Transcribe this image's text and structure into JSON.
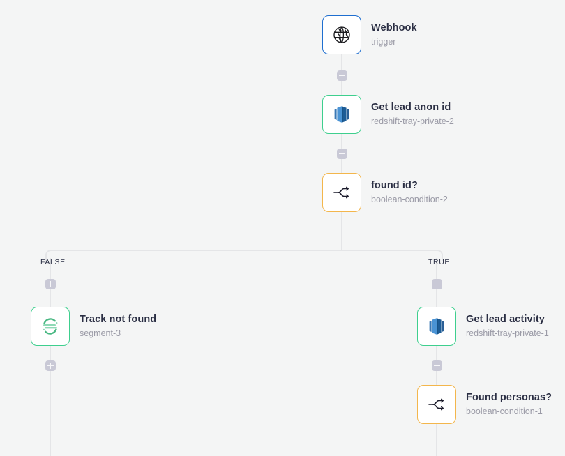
{
  "canvas": {
    "background": "#f4f5f5",
    "accent_blue": "#1f6fd0",
    "accent_green": "#3ecf8e",
    "accent_amber": "#f3b64c",
    "edge_color": "#e4e5e7",
    "title_color": "#2b2f44",
    "subtitle_color": "#9a9aa6"
  },
  "workflow": {
    "nodes": [
      {
        "id": "webhook",
        "title": "Webhook",
        "subtitle": "trigger",
        "icon": "globe-icon",
        "border": "blue"
      },
      {
        "id": "get-lead-anon",
        "title": "Get lead anon id",
        "subtitle": "redshift-tray-private-2",
        "icon": "redshift-icon",
        "border": "green"
      },
      {
        "id": "found-id",
        "title": "found id?",
        "subtitle": "boolean-condition-2",
        "icon": "branch-icon",
        "border": "amber"
      },
      {
        "id": "track-not-found",
        "title": "Track not found",
        "subtitle": "segment-3",
        "icon": "segment-icon",
        "border": "green"
      },
      {
        "id": "get-lead-activity",
        "title": "Get lead activity",
        "subtitle": "redshift-tray-private-1",
        "icon": "redshift-icon",
        "border": "green"
      },
      {
        "id": "found-personas",
        "title": "Found personas?",
        "subtitle": "boolean-condition-1",
        "icon": "branch-icon",
        "border": "amber"
      }
    ],
    "branches": {
      "false_label": "FALSE",
      "true_label": "TRUE"
    },
    "add_step_buttons": [
      {
        "id": "add-after-webhook"
      },
      {
        "id": "add-after-get-lead-anon"
      },
      {
        "id": "add-false-branch-top"
      },
      {
        "id": "add-after-track-not-found"
      },
      {
        "id": "add-true-branch-top"
      },
      {
        "id": "add-after-get-lead-activity"
      }
    ]
  }
}
